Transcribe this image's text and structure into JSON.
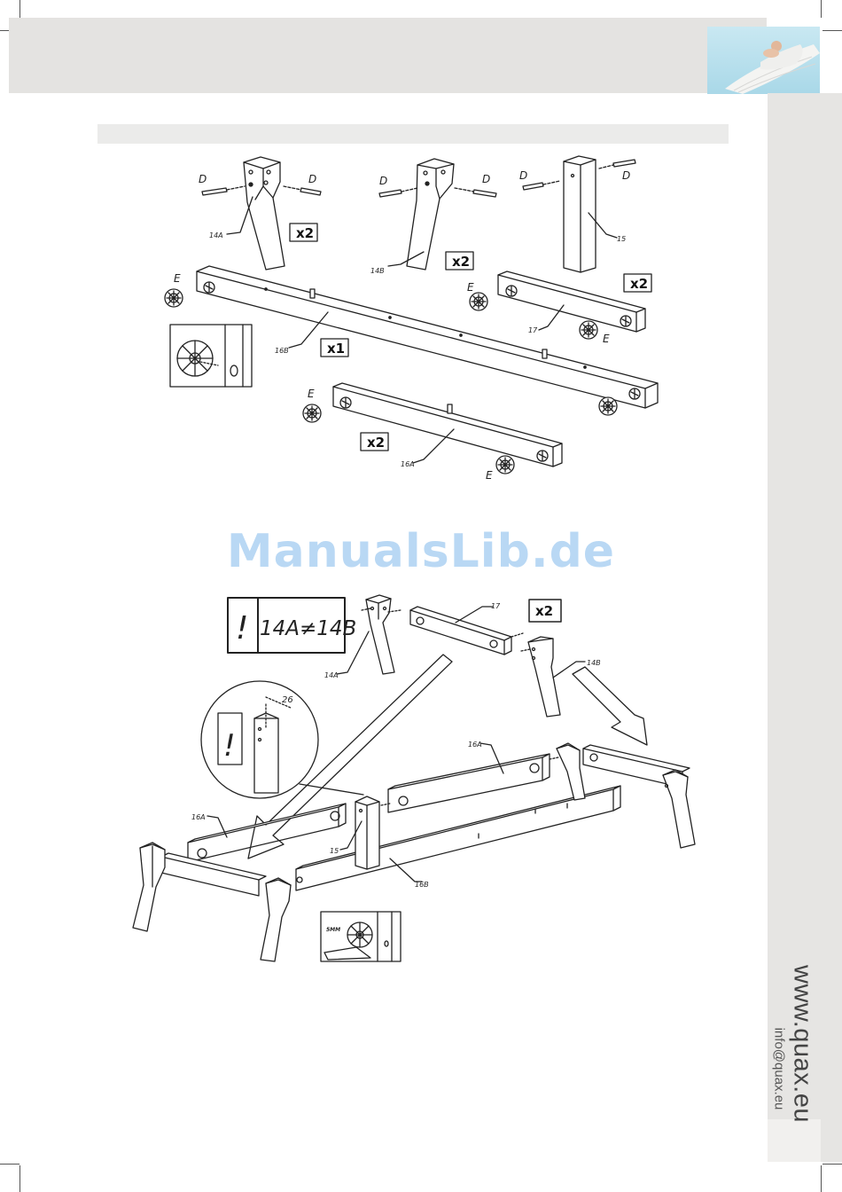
{
  "sidebar": {
    "website": "www.quax.eu",
    "email": "info@quax.eu"
  },
  "watermark": "ManualsLib.de",
  "diagram_top": {
    "hardware_labels": {
      "d": "D",
      "e": "E"
    },
    "parts": {
      "p14a": "14A",
      "p14b": "14B",
      "p15": "15",
      "p16a": "16A",
      "p16b": "16B",
      "p17": "17"
    },
    "quantities": {
      "q14a": "x2",
      "q14b": "x2",
      "q15": "x2",
      "q16b": "x1",
      "q16a": "x2"
    }
  },
  "diagram_bottom": {
    "warning_mark": "!",
    "warning_text": "14A≠14B",
    "detail_dimension": "26",
    "detail_mark": "!",
    "parts": {
      "p14a": "14A",
      "p14b": "14B",
      "p15": "15",
      "p16a_left": "16A",
      "p16a_top": "16A",
      "p16b": "16B",
      "p17": "17"
    },
    "quantity": "x2",
    "tool_label": "5MM"
  },
  "colors": {
    "header_band": "#e4e3e1",
    "sidebar": "#e6e5e3",
    "watermark": "#b9d8f4",
    "line_art": "#222222"
  }
}
